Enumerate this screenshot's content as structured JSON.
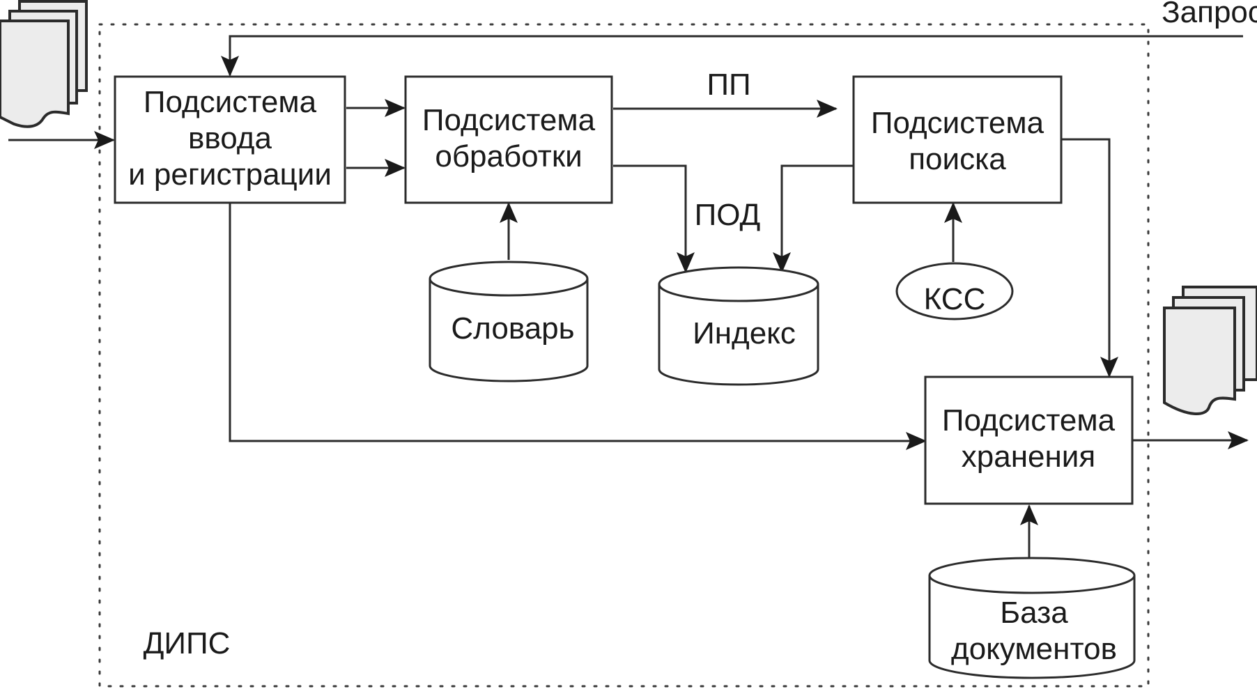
{
  "diagram": {
    "system_label": "ДИПС",
    "request_label": "Запрос",
    "nodes": {
      "input": {
        "lines": [
          "Подсистема",
          "ввода",
          "и регистрации"
        ],
        "shape": "rectangle"
      },
      "processing": {
        "lines": [
          "Подсистема",
          "обработки"
        ],
        "shape": "rectangle"
      },
      "search": {
        "lines": [
          "Подсистема",
          "поиска"
        ],
        "shape": "rectangle"
      },
      "storage": {
        "lines": [
          "Подсистема",
          "хранения"
        ],
        "shape": "rectangle"
      },
      "dictionary": {
        "lines": [
          "Словарь"
        ],
        "shape": "cylinder"
      },
      "index": {
        "lines": [
          "Индекс"
        ],
        "shape": "cylinder"
      },
      "kss": {
        "lines": [
          "КСС"
        ],
        "shape": "ellipse"
      },
      "doc_base": {
        "lines": [
          "База",
          "документов"
        ],
        "shape": "cylinder"
      }
    },
    "edge_labels": {
      "pp": "ПП",
      "pod": "ПОД"
    },
    "edges": [
      {
        "from": "external-documents",
        "to": "input"
      },
      {
        "from": "request",
        "to": "input"
      },
      {
        "from": "input",
        "to": "processing"
      },
      {
        "from": "input",
        "to": "processing"
      },
      {
        "from": "processing",
        "to": "search",
        "label": "ПП"
      },
      {
        "from": "processing",
        "to": "index",
        "label": "ПОД"
      },
      {
        "from": "search",
        "to": "index"
      },
      {
        "from": "dictionary",
        "to": "processing"
      },
      {
        "from": "kss",
        "to": "search"
      },
      {
        "from": "search",
        "to": "storage"
      },
      {
        "from": "input",
        "to": "storage"
      },
      {
        "from": "doc_base",
        "to": "storage"
      },
      {
        "from": "storage",
        "to": "output-documents"
      }
    ],
    "icons": {
      "input_docs": "document-stack-icon",
      "output_docs": "document-stack-icon"
    }
  }
}
